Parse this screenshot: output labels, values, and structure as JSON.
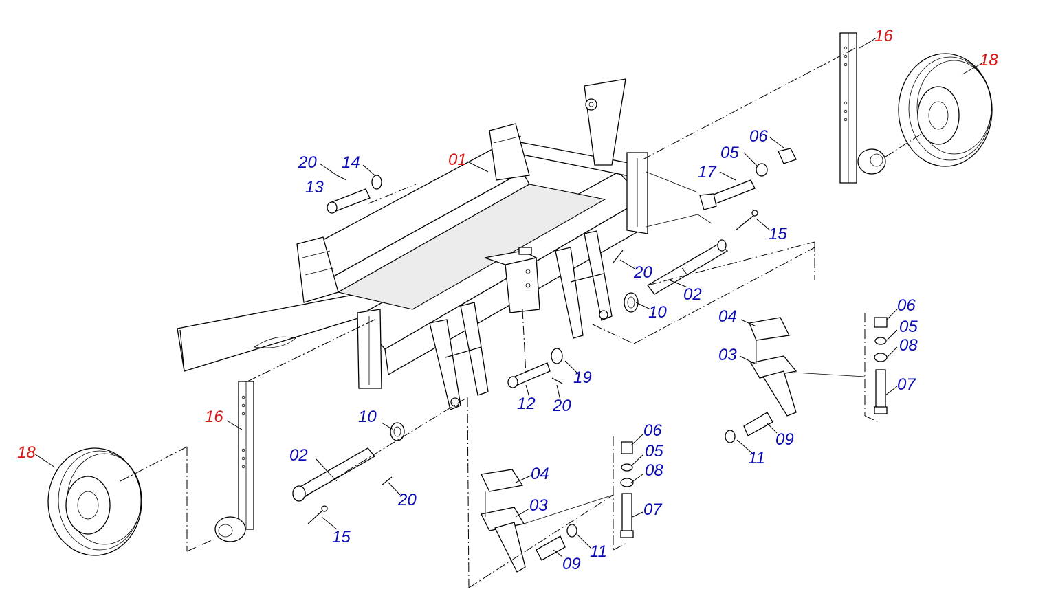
{
  "colors": {
    "assembly_label": "#dc1414",
    "component_label": "#0a0ab4",
    "line": "#000000"
  },
  "labels": {
    "p01": "01",
    "p02a": "02",
    "p02b": "02",
    "p03a": "03",
    "p03b": "03",
    "p04a": "04",
    "p04b": "04",
    "p05a": "05",
    "p05b": "05",
    "p05c": "05",
    "p06a": "06",
    "p06b": "06",
    "p06c": "06",
    "p07a": "07",
    "p07b": "07",
    "p08a": "08",
    "p08b": "08",
    "p09a": "09",
    "p09b": "09",
    "p10a": "10",
    "p10b": "10",
    "p11a": "11",
    "p11b": "11",
    "p12": "12",
    "p13": "13",
    "p14": "14",
    "p15a": "15",
    "p15b": "15",
    "p16a": "16",
    "p16b": "16",
    "p17": "17",
    "p18a": "18",
    "p18b": "18",
    "p19": "19",
    "p20a": "20",
    "p20b": "20",
    "p20c": "20",
    "p20d": "20"
  }
}
